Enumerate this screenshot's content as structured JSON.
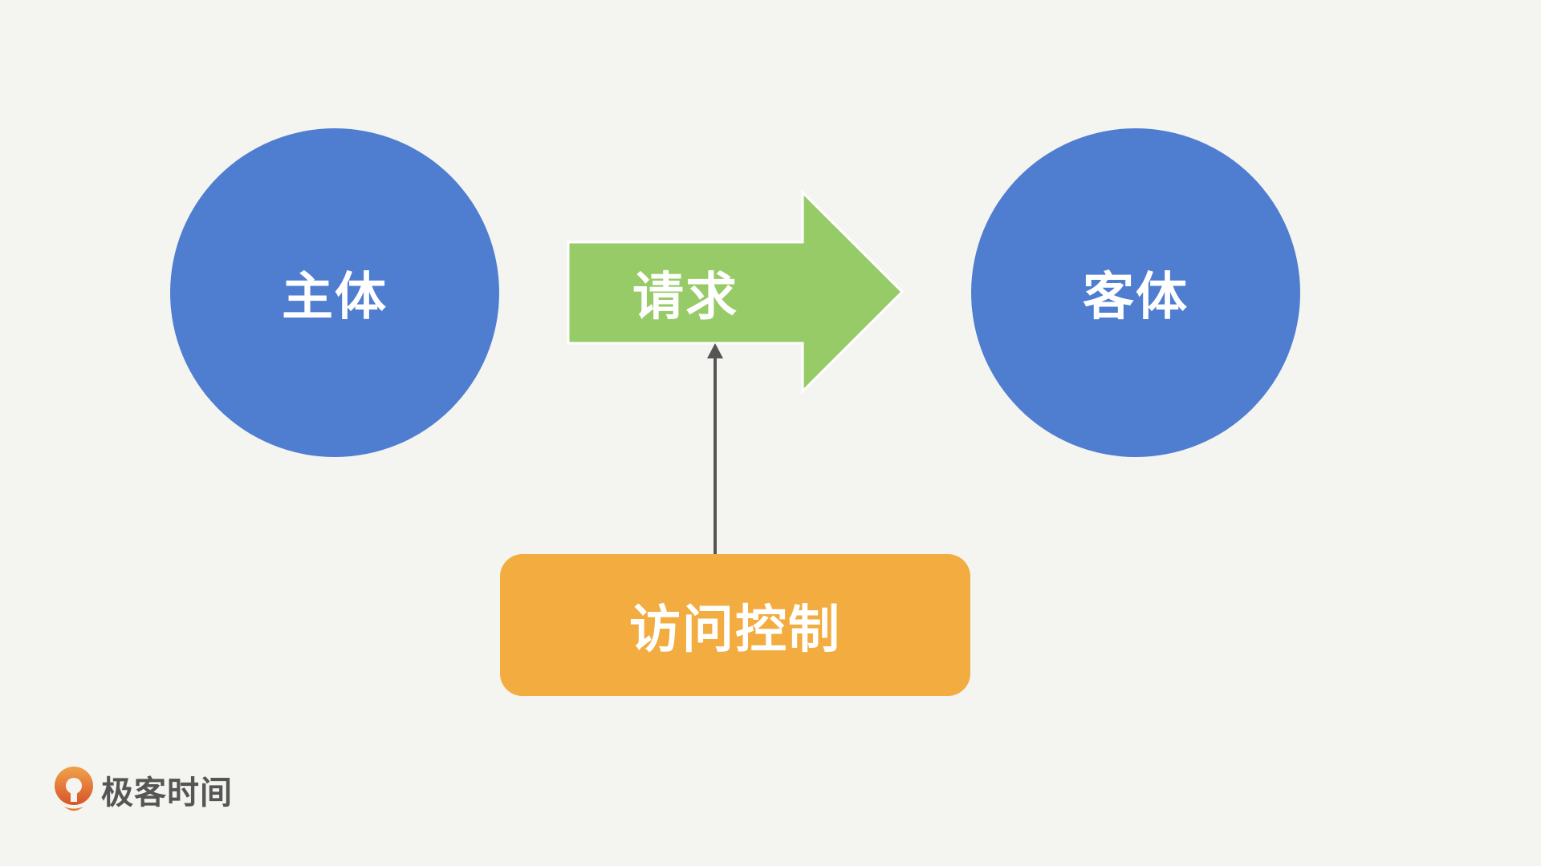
{
  "diagram": {
    "subject_label": "主体",
    "request_label": "请求",
    "object_label": "客体",
    "control_label": "访问控制"
  },
  "brand": {
    "name": "极客时间"
  },
  "colors": {
    "background": "#f4f5f0",
    "node_blue": "#4f7dd0",
    "request_green": "#97cb68",
    "control_orange": "#f2ac3f",
    "connector": "#555555",
    "brand_orange": "#e07a2e"
  }
}
